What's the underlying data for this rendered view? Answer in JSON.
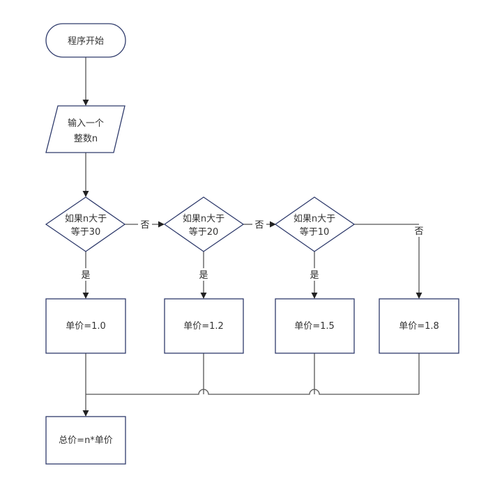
{
  "diagram": {
    "colors": {
      "node_stroke": "#2e3a6b",
      "edge_stroke": "#555555",
      "text": "#333333",
      "background": "#ffffff"
    },
    "nodes": {
      "start": {
        "shape": "terminator",
        "lines": [
          "程序开始"
        ]
      },
      "input": {
        "shape": "parallelogram",
        "lines": [
          "输入一个",
          "整数n"
        ]
      },
      "cond30": {
        "shape": "diamond",
        "lines": [
          "如果n大于",
          "等于30"
        ]
      },
      "cond20": {
        "shape": "diamond",
        "lines": [
          "如果n大于",
          "等于20"
        ]
      },
      "cond10": {
        "shape": "diamond",
        "lines": [
          "如果n大于",
          "等于10"
        ]
      },
      "price10": {
        "shape": "rect",
        "lines": [
          "单价=1.0"
        ]
      },
      "price12": {
        "shape": "rect",
        "lines": [
          "单价=1.2"
        ]
      },
      "price15": {
        "shape": "rect",
        "lines": [
          "单价=1.5"
        ]
      },
      "price18": {
        "shape": "rect",
        "lines": [
          "单价=1.8"
        ]
      },
      "total": {
        "shape": "rect",
        "lines": [
          "总价=n*单价"
        ]
      }
    },
    "edge_labels": {
      "yes": "是",
      "no": "否"
    },
    "edges": [
      {
        "from": "start",
        "to": "input",
        "label": ""
      },
      {
        "from": "input",
        "to": "cond30",
        "label": ""
      },
      {
        "from": "cond30",
        "to": "cond20",
        "label": "否"
      },
      {
        "from": "cond20",
        "to": "cond10",
        "label": "否"
      },
      {
        "from": "cond10",
        "to": "price18",
        "label": "否"
      },
      {
        "from": "cond30",
        "to": "price10",
        "label": "是"
      },
      {
        "from": "cond20",
        "to": "price12",
        "label": "是"
      },
      {
        "from": "cond10",
        "to": "price15",
        "label": "是"
      },
      {
        "from": "price10",
        "to": "total",
        "label": ""
      },
      {
        "from": "price12",
        "to": "total",
        "label": ""
      },
      {
        "from": "price15",
        "to": "total",
        "label": ""
      },
      {
        "from": "price18",
        "to": "total",
        "label": ""
      }
    ]
  }
}
